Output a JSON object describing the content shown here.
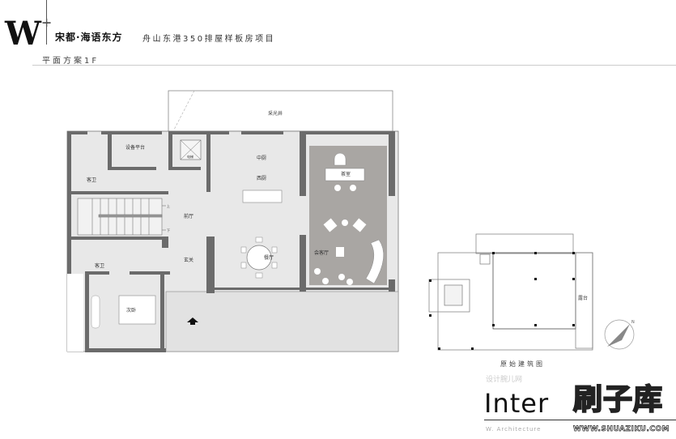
{
  "header": {
    "logo": "W",
    "logo_sup": "+",
    "title": "宋都·海语东方",
    "subtitle": "舟山东港350排屋样板房项目",
    "section": "平面方案1F"
  },
  "plan_main": {
    "rooms": {
      "light_well": "采光井",
      "equipment_platform": "设备平台",
      "guest_bath_top": "客卫",
      "elevator": "电梯",
      "chinese_kitchen": "中厨",
      "western_kitchen": "西厨",
      "front_hall": "前厅",
      "foyer": "玄关",
      "dining": "餐厅",
      "tea_room": "茶室",
      "reception": "会客厅",
      "guest_bath_bottom": "客卫",
      "second_bedroom": "次卧",
      "stair_up": "上",
      "stair_down": "下"
    },
    "colors": {
      "wall": "#6b6b6b",
      "floor": "#e6e6e6",
      "tea_area": "#a9a6a3"
    }
  },
  "plan_original": {
    "terrace": "露台",
    "caption": "原始建筑图"
  },
  "compass": {
    "label": "N"
  },
  "watermark": {
    "site": "设计腕儿网",
    "inter": "Inter",
    "brand": "刷子库",
    "arch": "W. Architecture",
    "url": "WWW.SHUAZIKU.COM"
  }
}
